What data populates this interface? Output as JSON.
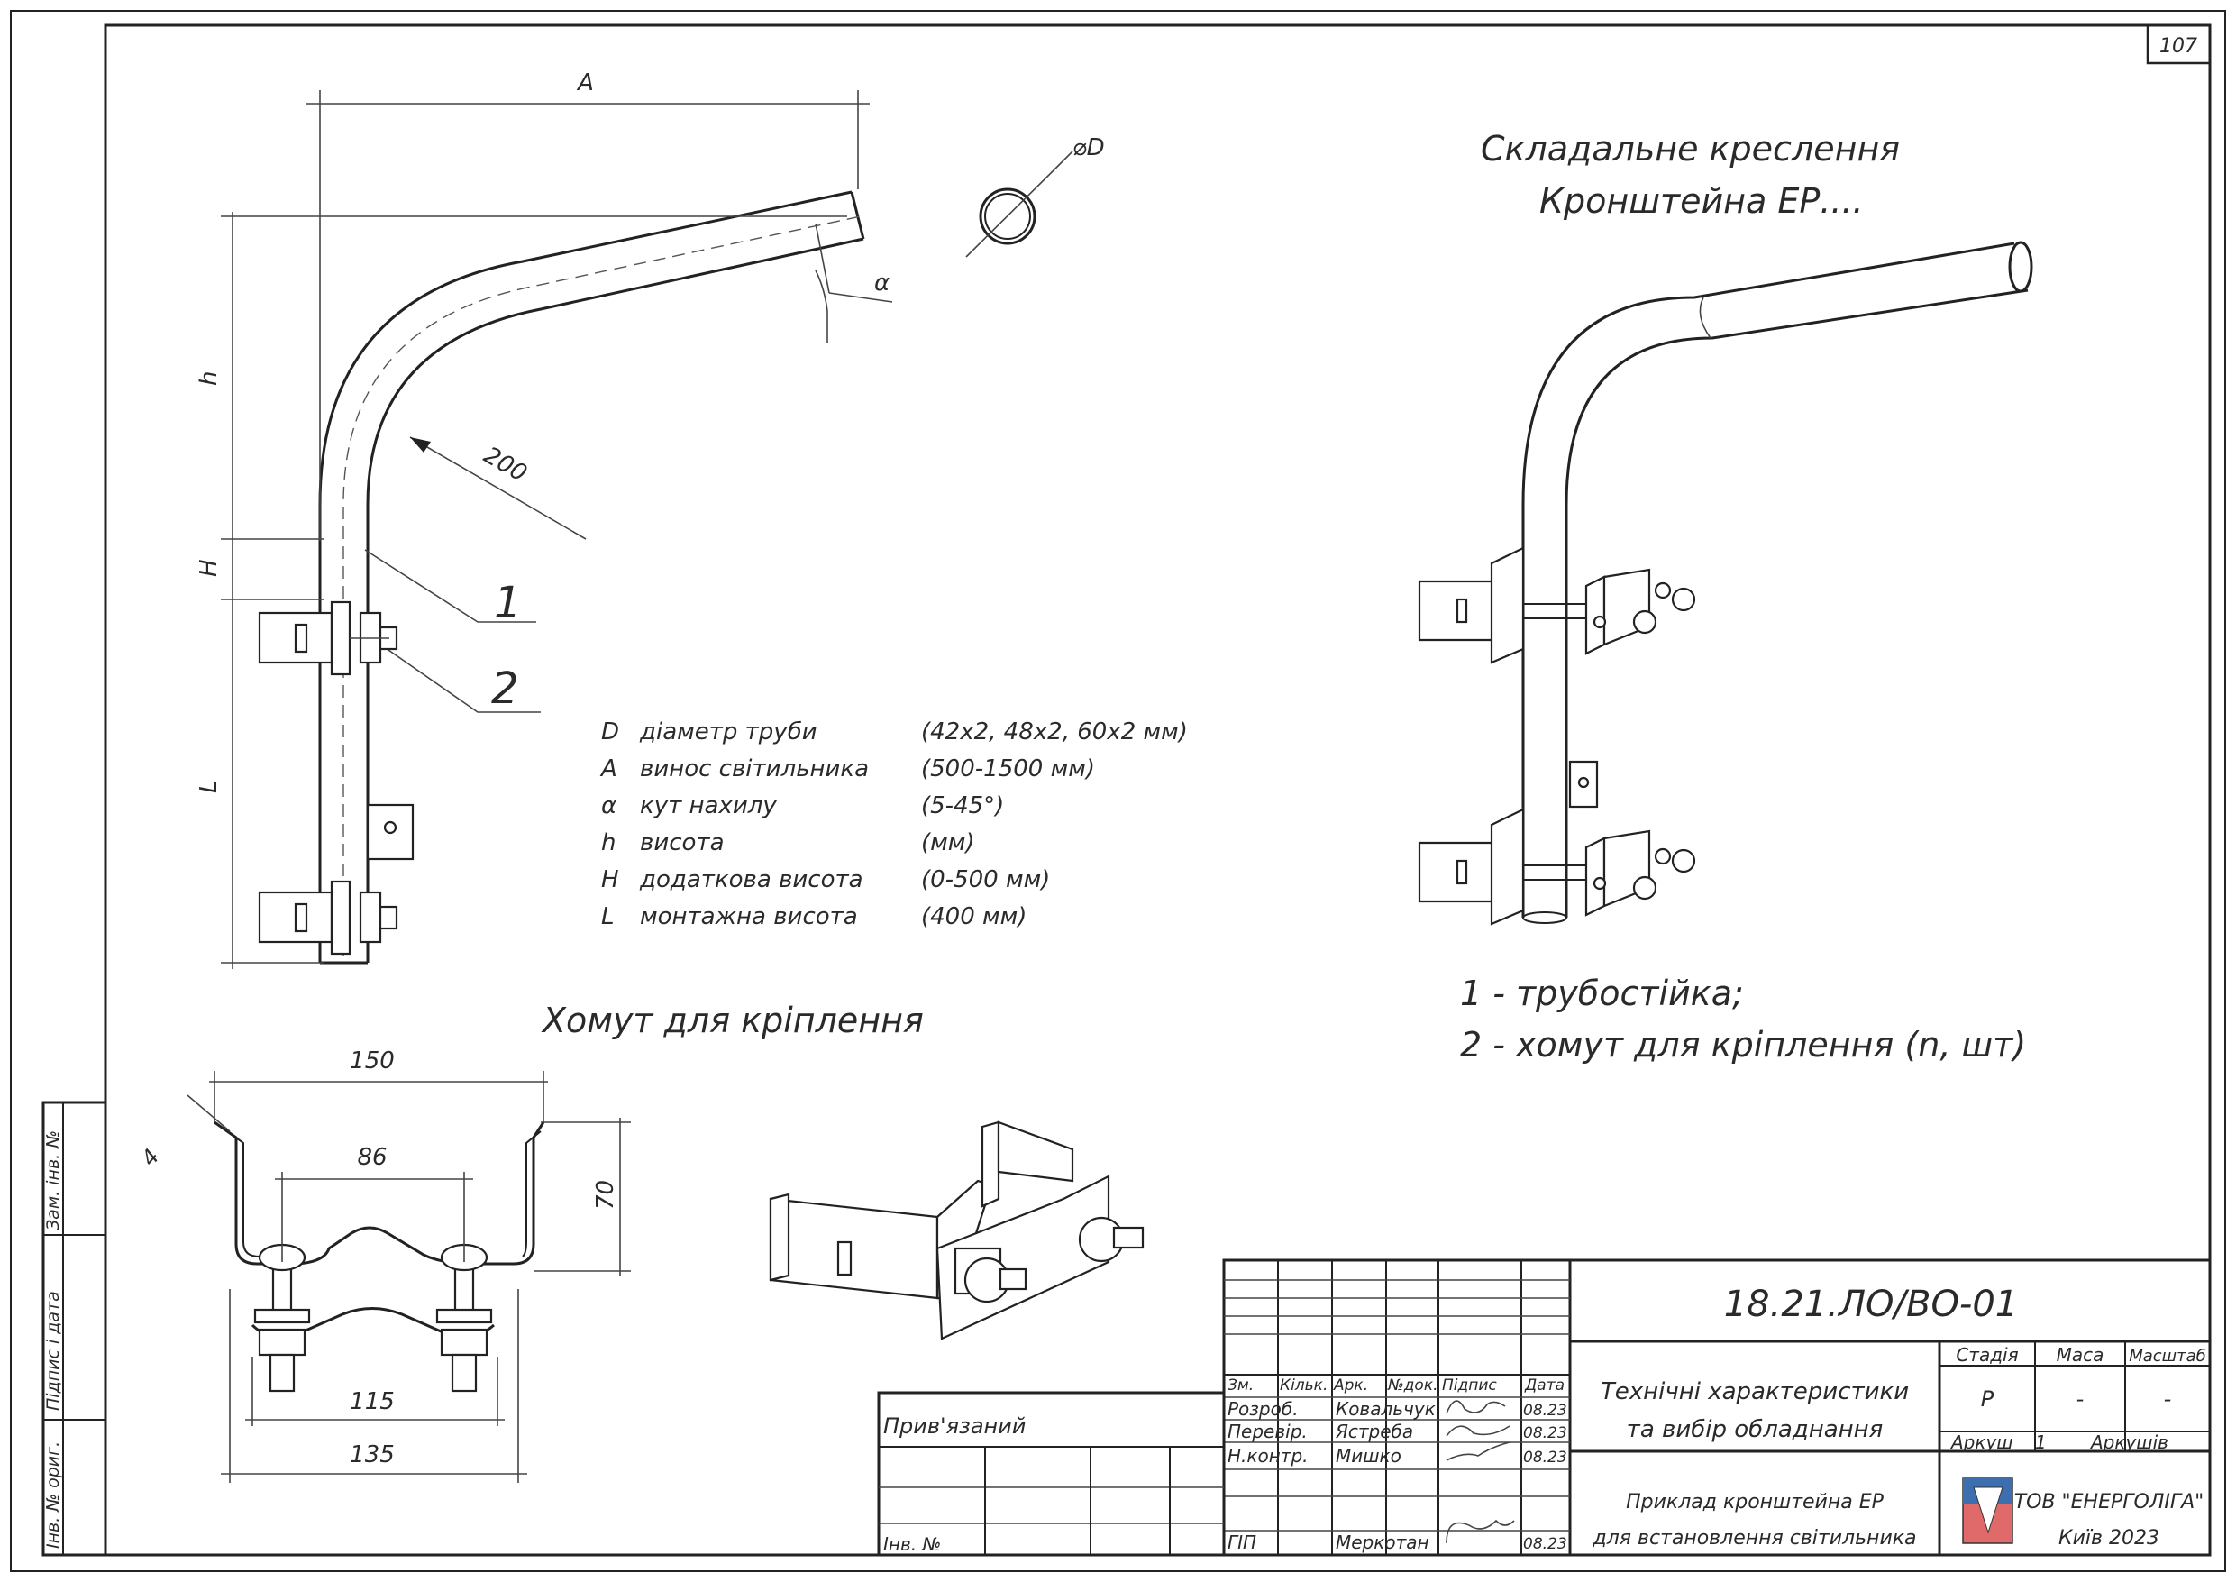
{
  "sheet_number": "107",
  "drawing": {
    "dims": {
      "A": "A",
      "D": "⌀D",
      "alpha": "α",
      "h": "h",
      "H": "H",
      "L": "L",
      "R": "200"
    },
    "callouts": [
      "1",
      "2"
    ]
  },
  "assembly": {
    "title_line1": "Складальне креслення",
    "title_line2": "Кронштейна ЕР...."
  },
  "legend": [
    {
      "sym": "D",
      "desc": "діаметр труби",
      "value": "(42x2, 48x2, 60x2 мм)"
    },
    {
      "sym": "A",
      "desc": "винос світильника",
      "value": "(500-1500 мм)"
    },
    {
      "sym": "α",
      "desc": "кут нахилу",
      "value": "(5-45°)"
    },
    {
      "sym": "h",
      "desc": "висота",
      "value": "(мм)"
    },
    {
      "sym": "H",
      "desc": "додаткова висота",
      "value": "(0-500 мм)"
    },
    {
      "sym": "L",
      "desc": "монтажна висота",
      "value": "(400 мм)"
    }
  ],
  "parts": [
    "1 - трубостійка;",
    "2 - хомут для кріплення (n, шт)"
  ],
  "clamp": {
    "title": "Хомут для кріплення",
    "dims": {
      "top": "150",
      "inner": "86",
      "height": "70",
      "thick": "4",
      "bolt": "115",
      "base": "135"
    }
  },
  "side_strip": {
    "zam": "Зам. інв. №",
    "podpys": "Підпис і дата",
    "inv": "Інв. № ориг."
  },
  "title_block": {
    "code": "18.21.ЛО/ВО-01",
    "name_line1": "Технічні характеристики",
    "name_line2": "та вибір обладнання",
    "subtitle_line1": "Приклад кронштейна ЕР",
    "subtitle_line2": "для встановлення світильника",
    "stage_header": "Стадія",
    "mass_header": "Маса",
    "scale_header": "Масштаб",
    "stage": "Р",
    "mass": "-",
    "scale": "-",
    "sheet_label": "Аркуш",
    "sheet_value": "1",
    "sheets_label": "Аркушів",
    "company_line1": "ТОВ \"ЕНЕРГОЛІГА\"",
    "company_line2": "Київ 2023",
    "bound_label": "Прив'язаний",
    "inv_label": "Інв. №",
    "col_headers": [
      "Зм.",
      "Кільк.",
      "Арк.",
      "№док.",
      "Підпис",
      "Дата"
    ],
    "rows": [
      {
        "role": "Розроб.",
        "name": "Ковальчук",
        "date": "08.23"
      },
      {
        "role": "Перевір.",
        "name": "Ястреба",
        "date": "08.23"
      },
      {
        "role": "Н.контр.",
        "name": "Мишко",
        "date": "08.23"
      },
      {
        "role": "ГІП",
        "name": "Меркотан",
        "date": "08.23"
      }
    ]
  }
}
